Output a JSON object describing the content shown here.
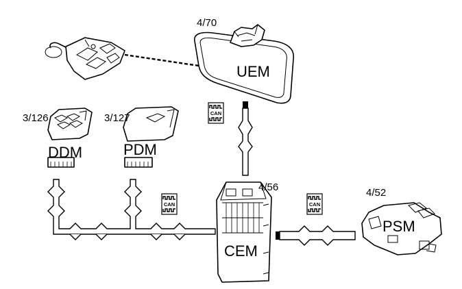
{
  "modules": {
    "uem": {
      "code": "4/70",
      "name": "UEM"
    },
    "ddm": {
      "code": "3/126",
      "name": "DDM"
    },
    "pdm": {
      "code": "3/127",
      "name": "PDM"
    },
    "cem": {
      "code": "4/56",
      "name": "CEM"
    },
    "psm": {
      "code": "4/52",
      "name": "PSM"
    }
  },
  "can_badge": {
    "text": "CAN"
  },
  "icons": {
    "key_fob": "key-fob-icon",
    "can_bus": "can-bus-icon"
  }
}
